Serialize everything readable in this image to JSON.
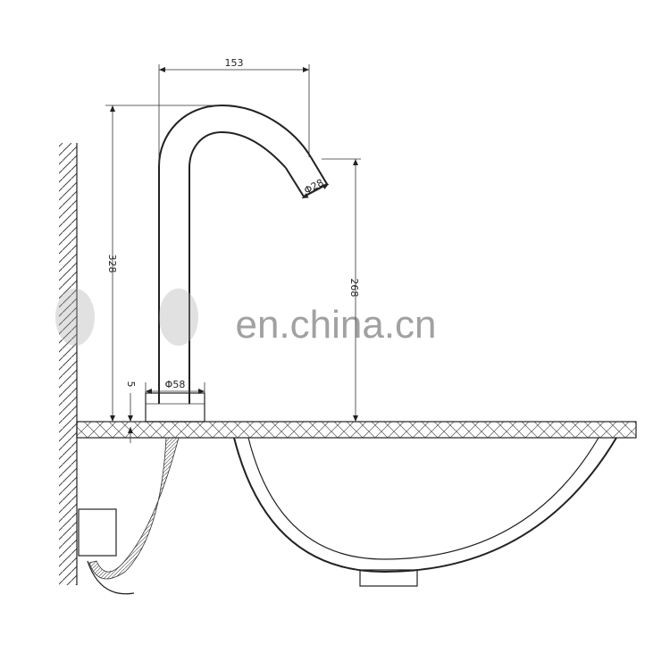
{
  "dimensions": {
    "spout_reach": "153",
    "outlet_diameter": "Φ28",
    "total_height": "328",
    "outlet_height": "268",
    "base_diameter": "Φ58",
    "base_offset": "5"
  },
  "watermark": "en.china.cn",
  "colors": {
    "line": "#222222",
    "background": "#ffffff"
  }
}
